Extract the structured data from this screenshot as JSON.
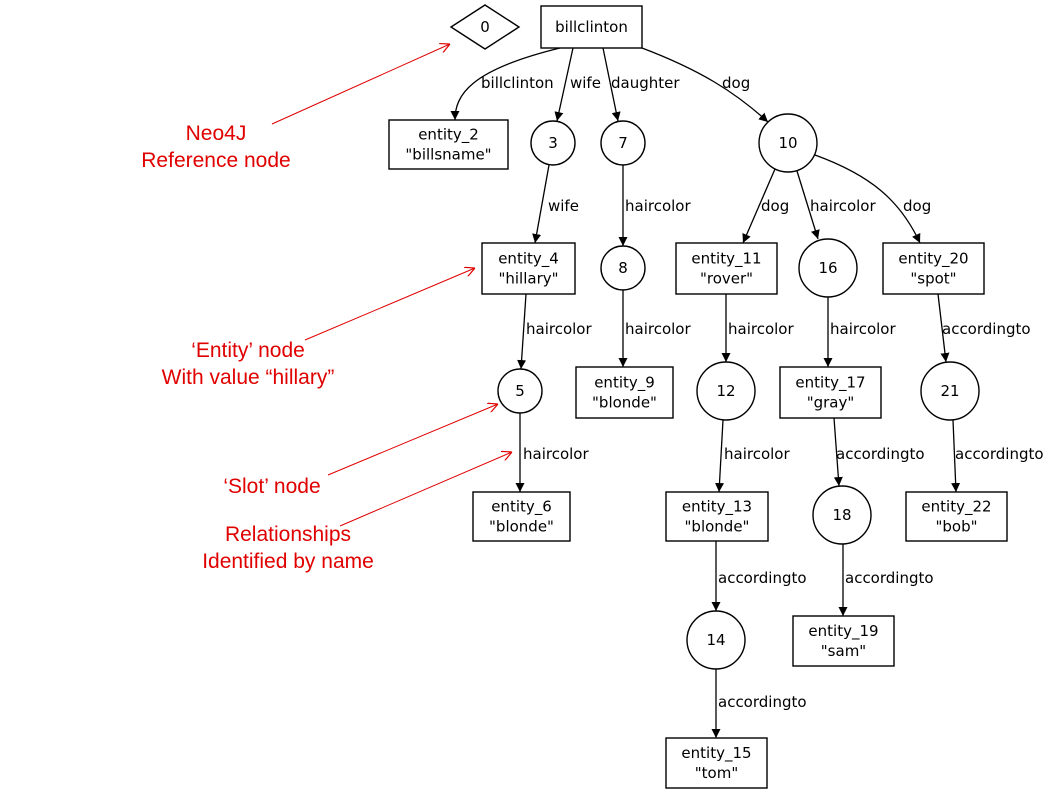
{
  "colors": {
    "annotation": "#e00000",
    "ink": "#000000",
    "background": "#ffffff"
  },
  "reference_node": {
    "label": "0"
  },
  "nodes": [
    {
      "id": "billclinton",
      "shape": "box",
      "lines": [
        "billclinton"
      ]
    },
    {
      "id": "entity_2",
      "shape": "box",
      "lines": [
        "entity_2",
        "\"billsname\""
      ]
    },
    {
      "id": "n3",
      "shape": "circle",
      "lines": [
        "3"
      ]
    },
    {
      "id": "n7",
      "shape": "circle",
      "lines": [
        "7"
      ]
    },
    {
      "id": "n10",
      "shape": "circle",
      "lines": [
        "10"
      ]
    },
    {
      "id": "entity_4",
      "shape": "box",
      "lines": [
        "entity_4",
        "\"hillary\""
      ]
    },
    {
      "id": "n8",
      "shape": "circle",
      "lines": [
        "8"
      ]
    },
    {
      "id": "entity_11",
      "shape": "box",
      "lines": [
        "entity_11",
        "\"rover\""
      ]
    },
    {
      "id": "n16",
      "shape": "circle",
      "lines": [
        "16"
      ]
    },
    {
      "id": "entity_20",
      "shape": "box",
      "lines": [
        "entity_20",
        "\"spot\""
      ]
    },
    {
      "id": "n5",
      "shape": "circle",
      "lines": [
        "5"
      ]
    },
    {
      "id": "entity_9",
      "shape": "box",
      "lines": [
        "entity_9",
        "\"blonde\""
      ]
    },
    {
      "id": "n12",
      "shape": "circle",
      "lines": [
        "12"
      ]
    },
    {
      "id": "entity_17",
      "shape": "box",
      "lines": [
        "entity_17",
        "\"gray\""
      ]
    },
    {
      "id": "n21",
      "shape": "circle",
      "lines": [
        "21"
      ]
    },
    {
      "id": "entity_6",
      "shape": "box",
      "lines": [
        "entity_6",
        "\"blonde\""
      ]
    },
    {
      "id": "entity_13",
      "shape": "box",
      "lines": [
        "entity_13",
        "\"blonde\""
      ]
    },
    {
      "id": "n18",
      "shape": "circle",
      "lines": [
        "18"
      ]
    },
    {
      "id": "entity_22",
      "shape": "box",
      "lines": [
        "entity_22",
        "\"bob\""
      ]
    },
    {
      "id": "n14",
      "shape": "circle",
      "lines": [
        "14"
      ]
    },
    {
      "id": "entity_19",
      "shape": "box",
      "lines": [
        "entity_19",
        "\"sam\""
      ]
    },
    {
      "id": "entity_15",
      "shape": "box",
      "lines": [
        "entity_15",
        "\"tom\""
      ]
    }
  ],
  "edges": [
    {
      "from": "billclinton",
      "to": "entity_2",
      "label": "billclinton"
    },
    {
      "from": "billclinton",
      "to": "n3",
      "label": "wife"
    },
    {
      "from": "billclinton",
      "to": "n7",
      "label": "daughter"
    },
    {
      "from": "billclinton",
      "to": "n10",
      "label": "dog"
    },
    {
      "from": "n3",
      "to": "entity_4",
      "label": "wife"
    },
    {
      "from": "n7",
      "to": "n8",
      "label": "haircolor"
    },
    {
      "from": "n10",
      "to": "entity_11",
      "label": "dog"
    },
    {
      "from": "n10",
      "to": "n16",
      "label": "haircolor"
    },
    {
      "from": "n10",
      "to": "entity_20",
      "label": "dog"
    },
    {
      "from": "entity_4",
      "to": "n5",
      "label": "haircolor"
    },
    {
      "from": "n8",
      "to": "entity_9",
      "label": "haircolor"
    },
    {
      "from": "entity_11",
      "to": "n12",
      "label": "haircolor"
    },
    {
      "from": "n16",
      "to": "entity_17",
      "label": "haircolor"
    },
    {
      "from": "entity_20",
      "to": "n21",
      "label": "accordingto"
    },
    {
      "from": "n5",
      "to": "entity_6",
      "label": "haircolor"
    },
    {
      "from": "n12",
      "to": "entity_13",
      "label": "haircolor"
    },
    {
      "from": "entity_17",
      "to": "n18",
      "label": "accordingto"
    },
    {
      "from": "n21",
      "to": "entity_22",
      "label": "accordingto"
    },
    {
      "from": "entity_13",
      "to": "n14",
      "label": "accordingto"
    },
    {
      "from": "n18",
      "to": "entity_19",
      "label": "accordingto"
    },
    {
      "from": "n14",
      "to": "entity_15",
      "label": "accordingto"
    }
  ],
  "annotations": {
    "reference": {
      "lines": [
        "Neo4J",
        "Reference node"
      ]
    },
    "entity": {
      "lines": [
        "‘Entity’ node",
        "With value “hillary”"
      ]
    },
    "slot": {
      "lines": [
        "‘Slot’ node"
      ]
    },
    "relationships": {
      "lines": [
        "Relationships",
        "Identified by name"
      ]
    }
  }
}
